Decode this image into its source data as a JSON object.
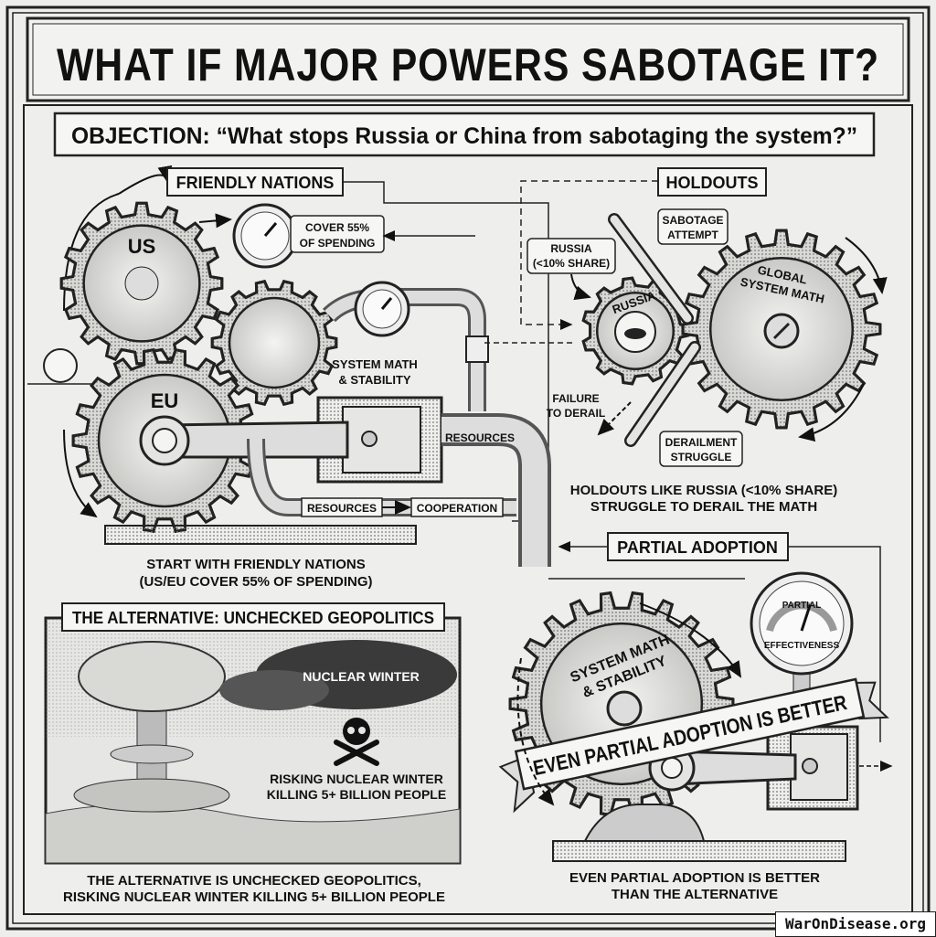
{
  "title": "WHAT IF MAJOR POWERS SABOTAGE IT?",
  "objection": "OBJECTION: “What stops Russia or China from sabotaging the system?”",
  "friendly": {
    "heading": "FRIENDLY NATIONS",
    "gear_us": "US",
    "gear_eu": "EU",
    "cover_line1": "COVER 55%",
    "cover_line2": "OF SPENDING",
    "system_line1": "SYSTEM MATH",
    "system_line2": "& STABILITY",
    "resources_pipe": "RESOURCES",
    "resources_flow": "RESOURCES",
    "cooperation": "COOPERATION",
    "caption_line1": "START WITH FRIENDLY NATIONS",
    "caption_line2": "(US/EU COVER 55% OF SPENDING)"
  },
  "holdouts": {
    "heading": "HOLDOUTS",
    "sabotage_line1": "SABOTAGE",
    "sabotage_line2": "ATTEMPT",
    "russia_share_line1": "RUSSIA",
    "russia_share_line2": "(<10% SHARE)",
    "gear_russia": "RUSSIA",
    "gear_global_line1": "GLOBAL",
    "gear_global_line2": "SYSTEM MATH",
    "failure_line1": "FAILURE",
    "failure_line2": "TO DERAIL",
    "derail_line1": "DERAILMENT",
    "derail_line2": "STRUGGLE",
    "caption_line1": "HOLDOUTS LIKE RUSSIA (<10% SHARE)",
    "caption_line2": "STRUGGLE TO DERAIL THE MATH"
  },
  "alternative": {
    "heading": "THE ALTERNATIVE: UNCHECKED GEOPOLITICS",
    "cloud_label": "NUCLEAR WINTER",
    "risk_line1": "RISKING NUCLEAR WINTER",
    "risk_line2": "KILLING 5+ BILLION PEOPLE",
    "caption_line1": "THE ALTERNATIVE IS UNCHECKED GEOPOLITICS,",
    "caption_line2": "RISKING NUCLEAR WINTER KILLING 5+ BILLION PEOPLE"
  },
  "partial": {
    "heading": "PARTIAL ADOPTION",
    "gear_line1": "SYSTEM MATH",
    "gear_line2": "& STABILITY",
    "gauge_top": "PARTIAL",
    "gauge_bottom": "EFFECTIVENESS",
    "gauge_level": 0.6,
    "banner": "EVEN PARTIAL ADOPTION IS BETTER",
    "caption_line1": "EVEN PARTIAL ADOPTION IS BETTER",
    "caption_line2": "THAN THE ALTERNATIVE"
  },
  "watermark": "WarOnDisease.org"
}
